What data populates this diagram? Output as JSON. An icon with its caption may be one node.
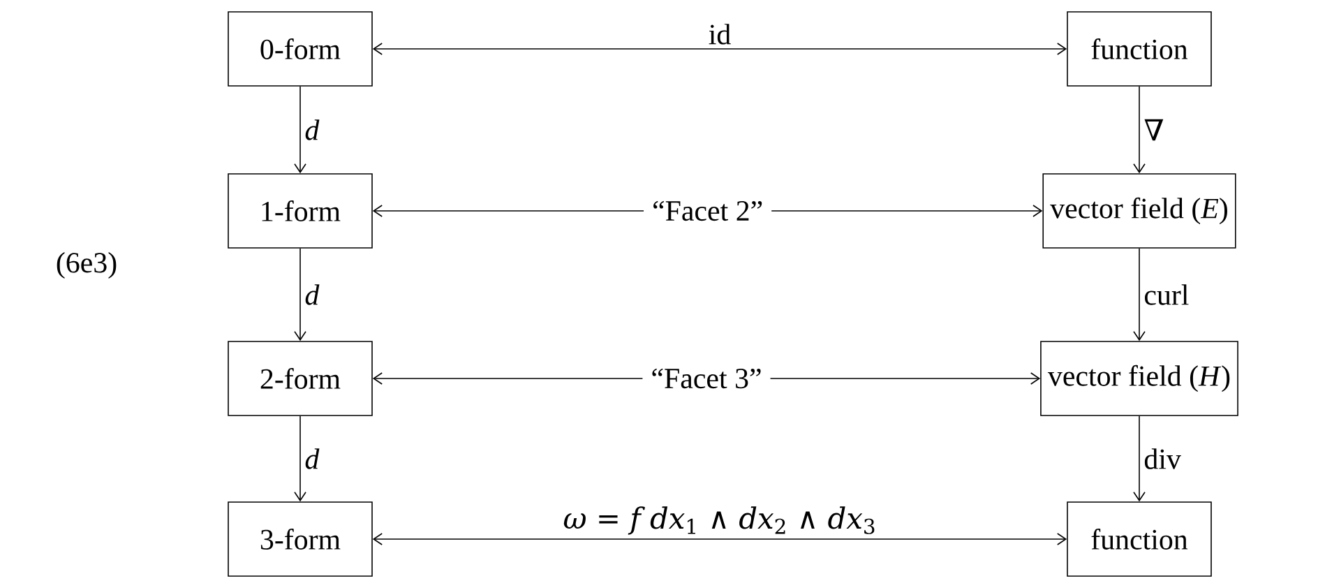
{
  "diagram": {
    "nodes": [
      {
        "text": [
          "0-form"
        ]
      },
      {
        "text": [
          "function"
        ]
      },
      {
        "text": [
          "1-form"
        ]
      },
      {
        "text": [
          "vector field (*E*)"
        ]
      },
      {
        "text": [
          "2-form"
        ]
      },
      {
        "text": [
          "vector field (*H*)"
        ]
      },
      {
        "text": [
          "3-form"
        ]
      },
      {
        "text": [
          "function"
        ]
      }
    ],
    "edges": [
      {
        "from": 0,
        "to": 1,
        "arrow": "both",
        "label": "id"
      },
      {
        "from": 0,
        "to": 2,
        "arrow": "to",
        "label": "*d*"
      },
      {
        "from": 1,
        "to": 3,
        "arrow": "to",
        "label": "∇"
      },
      {
        "from": 2,
        "to": 3,
        "arrow": "both",
        "label": "“Facet 2”"
      },
      {
        "from": 2,
        "to": 4,
        "arrow": "to",
        "label": "*d*"
      },
      {
        "from": 3,
        "to": 5,
        "arrow": "to",
        "label": "curl"
      },
      {
        "from": 4,
        "to": 5,
        "arrow": "both",
        "label": "“Facet 3”"
      },
      {
        "from": 4,
        "to": 6,
        "arrow": "to",
        "label": "*d*"
      },
      {
        "from": 5,
        "to": 7,
        "arrow": "to",
        "label": "div"
      },
      {
        "from": 6,
        "to": 7,
        "arrow": "both",
        "label": "*ω* = *f dx*$_{1}$ ∧ *dx*$_{2}$ ∧ *dx*$_{3}$"
      }
    ],
    "labels": [
      "(6e3)"
    ]
  }
}
